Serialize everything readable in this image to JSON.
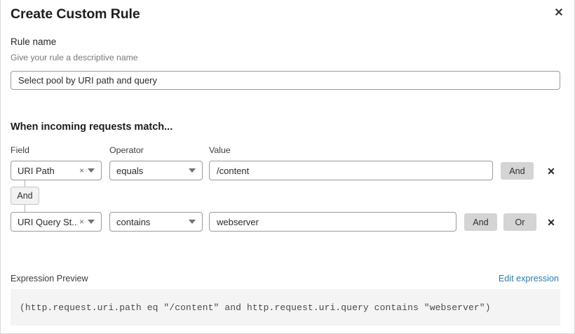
{
  "modal": {
    "title": "Create Custom Rule",
    "close_icon": "close-icon"
  },
  "rule_name": {
    "label": "Rule name",
    "hint": "Give your rule a descriptive name",
    "value": "Select pool by URI path and query",
    "placeholder": "Select pool by URI path and query"
  },
  "match_section": {
    "heading": "When incoming requests match...",
    "columns": {
      "field": "Field",
      "operator": "Operator",
      "value": "Value"
    },
    "connector": {
      "label": "And"
    },
    "rows": [
      {
        "field": "URI Path",
        "field_clear_icon": "×",
        "operator": "equals",
        "value": "/content",
        "value_placeholder": "/content",
        "buttons": [
          "And"
        ],
        "remove_icon": "✕"
      },
      {
        "field": "URI Query St...",
        "field_clear_icon": "×",
        "operator": "contains",
        "value": "webserver",
        "value_placeholder": "webserver",
        "buttons": [
          "And",
          "Or"
        ],
        "remove_icon": "✕"
      }
    ]
  },
  "expression_preview": {
    "label": "Expression Preview",
    "edit_link": "Edit expression",
    "expression": "(http.request.uri.path eq \"/content\" and http.request.uri.query contains \"webserver\")"
  },
  "colors": {
    "link": "#2c7cb0",
    "button_bg": "#d4d4d4",
    "preview_bg": "#f4f4f4",
    "border": "#9b9b9b"
  }
}
